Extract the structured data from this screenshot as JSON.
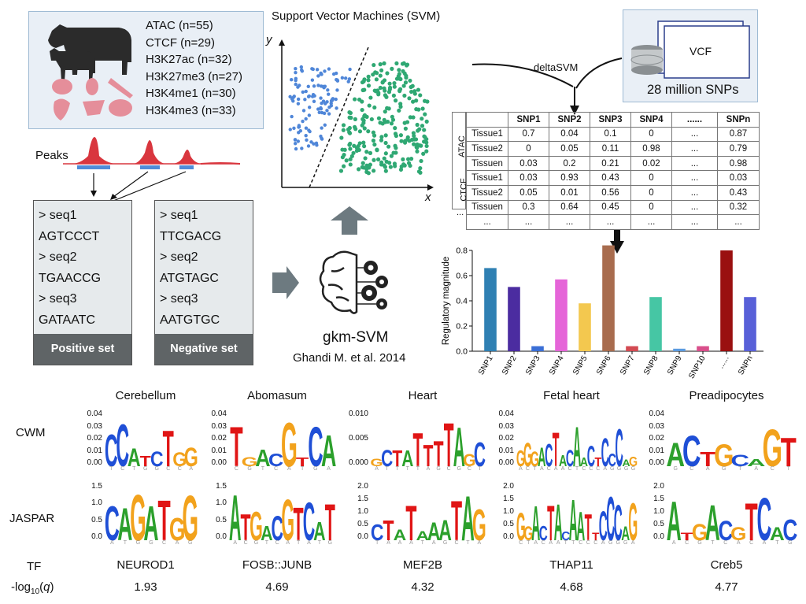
{
  "marks": [
    "ATAC (n=55)",
    "CTCF (n=29)",
    "H3K27ac (n=32)",
    "H3K27me3 (n=27)",
    "H3K4me1 (n=30)",
    "H3K4me3 (n=33)"
  ],
  "peaks_label": "Peaks",
  "positive": {
    "lines": [
      "> seq1",
      "AGTCCCT",
      "> seq2",
      "TGAACCG",
      "> seq3",
      "GATAATC"
    ],
    "footer": "Positive set"
  },
  "negative": {
    "lines": [
      "> seq1",
      "TTCGACG",
      "> seq2",
      "ATGTAGC",
      "> seq3",
      "AATGTGC"
    ],
    "footer": "Negative set"
  },
  "svm": {
    "title": "Support Vector Machines (SVM)",
    "xlabel": "x",
    "ylabel": "y"
  },
  "gkm": {
    "name": "gkm-SVM",
    "ref": "Ghandi M. et al. 2014"
  },
  "vcf": {
    "label": "VCF",
    "snps": "28 million SNPs",
    "arrow_label": "deltaSVM"
  },
  "table": {
    "headers": [
      "",
      "",
      "SNP1",
      "SNP2",
      "SNP3",
      "SNP4",
      "......",
      "SNPn"
    ],
    "groups": [
      "ATAC",
      "CTCF"
    ],
    "rows": [
      [
        "Tissue1",
        "0.7",
        "0.04",
        "0.1",
        "0",
        "...",
        "0.87"
      ],
      [
        "Tissue2",
        "0",
        "0.05",
        "0.11",
        "0.98",
        "...",
        "0.79"
      ],
      [
        "Tissuen",
        "0.03",
        "0.2",
        "0.21",
        "0.02",
        "...",
        "0.98"
      ],
      [
        "Tissue1",
        "0.03",
        "0.93",
        "0.43",
        "0",
        "...",
        "0.03"
      ],
      [
        "Tissue2",
        "0.05",
        "0.01",
        "0.56",
        "0",
        "...",
        "0.43"
      ],
      [
        "Tissuen",
        "0.3",
        "0.64",
        "0.45",
        "0",
        "...",
        "0.32"
      ],
      [
        "...",
        "...",
        "...",
        "...",
        "...",
        "...",
        "..."
      ]
    ],
    "dots_label": "..."
  },
  "chart_data": {
    "type": "bar",
    "ylabel": "Regulatory magnitude",
    "ylim": [
      0,
      0.8
    ],
    "yticks": [
      "0.0",
      "0.2",
      "0.4",
      "0.6",
      "0.8"
    ],
    "categories": [
      "SNP1",
      "SNP2",
      "SNP3",
      "SNP4",
      "SNP5",
      "SNP6",
      "SNP7",
      "SNP8",
      "SNP9",
      "SNP10",
      "......",
      "SNPn"
    ],
    "values": [
      0.66,
      0.51,
      0.04,
      0.57,
      0.38,
      0.84,
      0.04,
      0.43,
      0.02,
      0.04,
      0.8,
      0.43
    ],
    "colors": [
      "#2f80b3",
      "#4b2ca0",
      "#3a6fd6",
      "#e565d8",
      "#f3c84f",
      "#a86c4e",
      "#d34a52",
      "#46c6a4",
      "#5b9be0",
      "#d94f8b",
      "#9a1010",
      "#5860d8"
    ]
  },
  "motif_row_labels": {
    "cwm": "CWM",
    "jaspar": "JASPAR",
    "tf": "TF",
    "q": "-log10(q)"
  },
  "motifs": [
    {
      "tissue": "Cerebellum",
      "tf": "NEUROD1",
      "q": "1.93",
      "cwm_ticks": [
        "0.04",
        "0.03",
        "0.02",
        "0.01",
        "0.00"
      ],
      "jaspar_ticks": [
        "1.5",
        "1.0",
        "0.5",
        "0.0"
      ],
      "cwm_letters": "CCATCTGG",
      "jaspar_letters": "CAGATGG"
    },
    {
      "tissue": "Abomasum",
      "tf": "FOSB::JUNB",
      "q": "4.69",
      "cwm_ticks": [
        "0.04",
        "0.03",
        "0.02",
        "0.01",
        "0.00"
      ],
      "jaspar_ticks": [
        "1.5",
        "1.0",
        "0.5",
        "0.0"
      ],
      "cwm_letters": "TGACGTCA",
      "jaspar_letters": "ATGACGTCAT"
    },
    {
      "tissue": "Heart",
      "tf": "MEF2B",
      "q": "4.32",
      "cwm_ticks": [
        "0.010",
        "0.005",
        "0.000"
      ],
      "jaspar_ticks": [
        "2.0",
        "1.5",
        "1.0",
        "0.5",
        "0.0"
      ],
      "cwm_letters": "GCTATTTTAGC",
      "jaspar_letters": "CTATAAATAG"
    },
    {
      "tissue": "Fetal heart",
      "tf": "THAP11",
      "q": "4.68",
      "cwm_ticks": [
        "0.04",
        "0.03",
        "0.02",
        "0.01",
        "0.00"
      ],
      "jaspar_ticks": [
        "2.0",
        "1.5",
        "1.0",
        "0.5",
        "0.0"
      ],
      "cwm_letters": "GGGACTACAACTCCCAG",
      "jaspar_letters": "GGACTACAATTCCCAG"
    },
    {
      "tissue": "Preadipocytes",
      "tf": "Creb5",
      "q": "4.77",
      "cwm_ticks": [
        "0.04",
        "0.03",
        "0.02",
        "0.01",
        "0.00"
      ],
      "jaspar_ticks": [
        "2.0",
        "1.5",
        "1.0",
        "0.5",
        "0.0"
      ],
      "cwm_letters": "ACTGCAGT",
      "jaspar_letters": "ATGACGTCAC"
    }
  ],
  "colors": {
    "A": "#2ca02c",
    "C": "#1f4fd6",
    "G": "#f2a21c",
    "T": "#e01515",
    "svm_blue": "#4f86d8",
    "svm_green": "#2fa873",
    "peak_red": "#d9363e",
    "peak_blue": "#4f8bd8"
  },
  "icons": [
    "cow-icon",
    "organ-icons",
    "vcf-file-icon",
    "database-icon",
    "brain-gears-icon",
    "arrow-right-icon",
    "arrow-up-icon"
  ]
}
